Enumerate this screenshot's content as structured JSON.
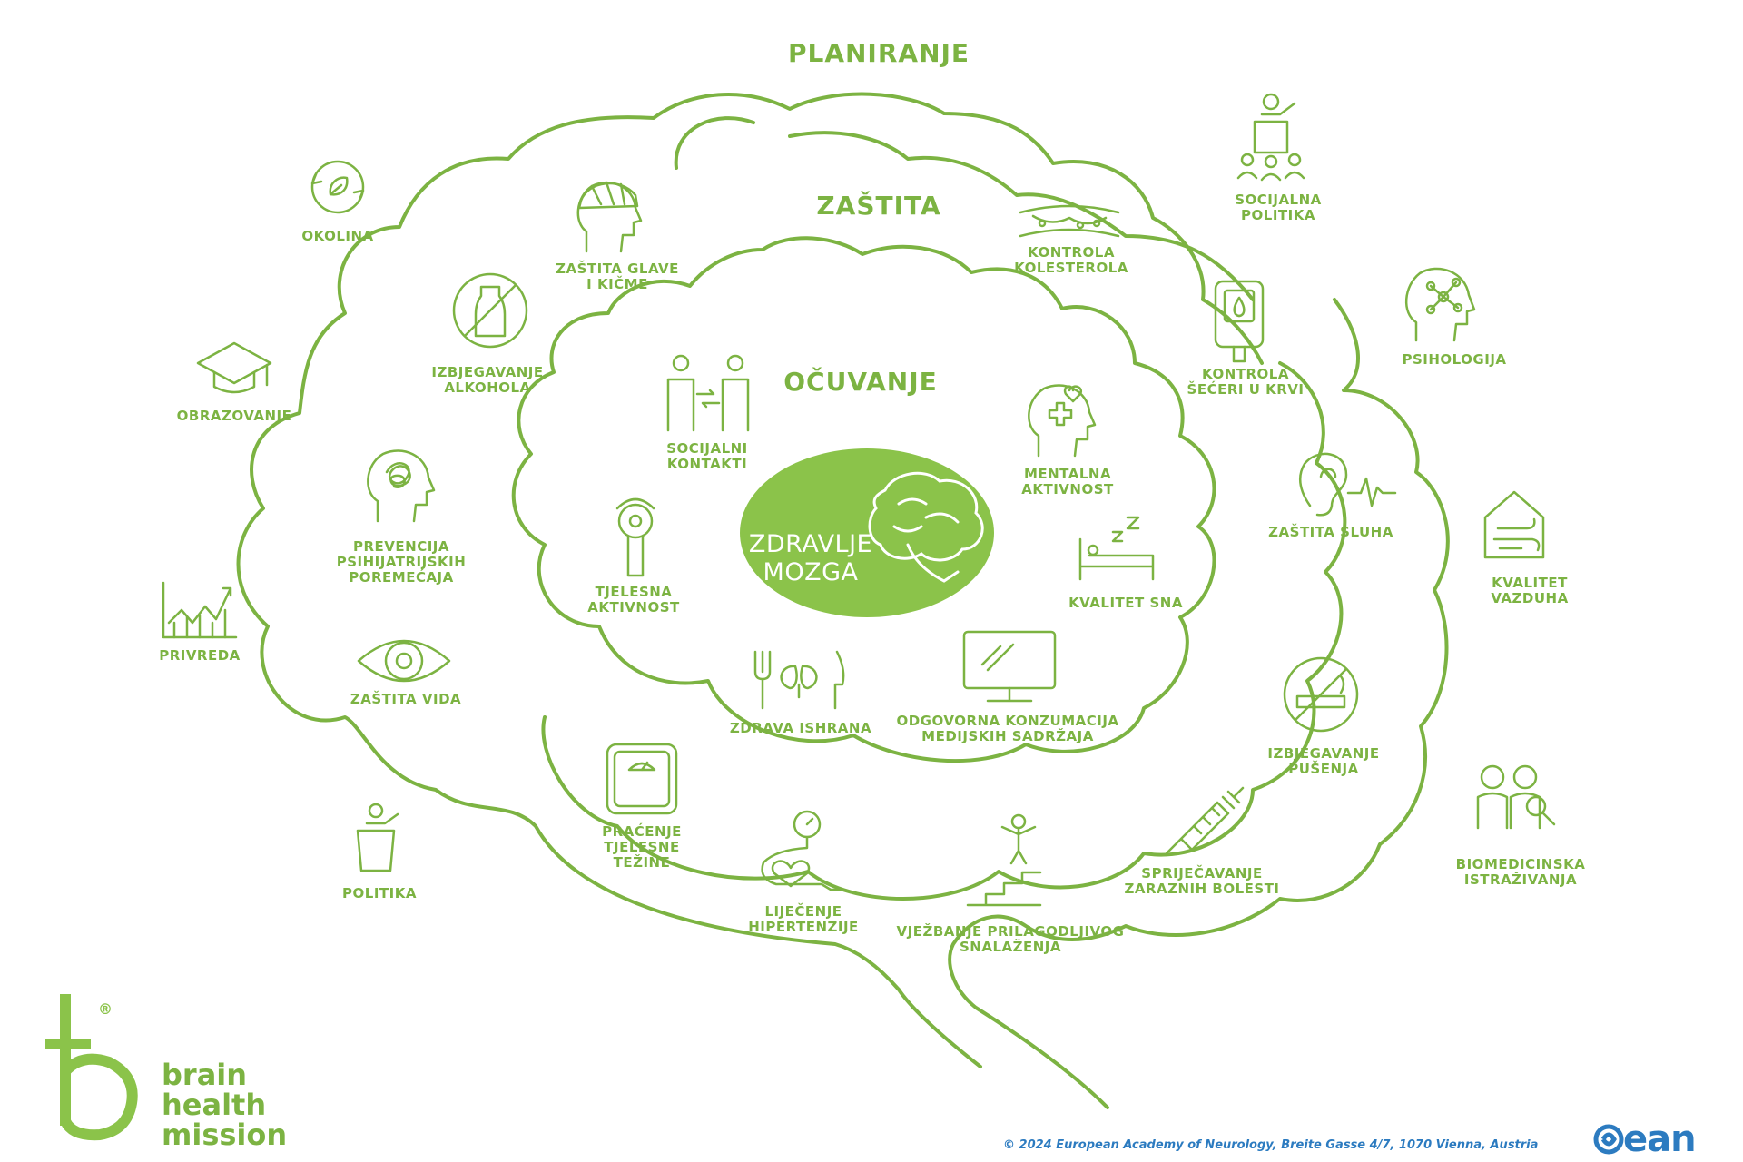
{
  "zones": {
    "outer": "PLANIRANJE",
    "middle": "ZAŠTITA",
    "inner": "OČUVANJE"
  },
  "center": {
    "label": "ZDRAVLJE\nMOZGA"
  },
  "planiranje": [
    {
      "id": "okolina",
      "label": "OKOLINA",
      "icon": "recycle-leaf-icon"
    },
    {
      "id": "obrazovanje",
      "label": "OBRAZOVANJE",
      "icon": "graduation-cap-icon"
    },
    {
      "id": "privreda",
      "label": "PRIVREDA",
      "icon": "economy-graph-icon"
    },
    {
      "id": "politika",
      "label": "POLITIKA",
      "icon": "speaker-podium-icon"
    },
    {
      "id": "socijalna-politika",
      "label": "SOCIJALNA\nPOLITIKA",
      "icon": "audience-speaker-icon"
    },
    {
      "id": "psihologija",
      "label": "PSIHOLOGIJA",
      "icon": "head-network-icon"
    },
    {
      "id": "kvalitet-vazduha",
      "label": "KVALITET\nVAZDUHA",
      "icon": "house-wind-icon"
    },
    {
      "id": "biomedicinska",
      "label": "BIOMEDICINSKA\nISTRAŽIVANJA",
      "icon": "researchers-magnifier-icon"
    }
  ],
  "zastita": [
    {
      "id": "zastita-glave",
      "label": "ZAŠTITA GLAVE\nI KIČME",
      "icon": "helmet-head-icon"
    },
    {
      "id": "alkohol",
      "label": "IZBJEGAVANJE\nALKOHOLA",
      "icon": "no-alcohol-icon"
    },
    {
      "id": "psihijatrijski",
      "label": "PREVENCIJA\nPSIHIJATRIJSKIH\nPOREMEĆAJA",
      "icon": "tangled-head-icon"
    },
    {
      "id": "zastita-vida",
      "label": "ZAŠTITA VIDA",
      "icon": "eye-icon"
    },
    {
      "id": "tezina",
      "label": "PRAĆENJE\nTJELESNE\nTEŽINE",
      "icon": "scale-icon"
    },
    {
      "id": "hipertenzija",
      "label": "LIJEČENJE\nHIPERTENZIJE",
      "icon": "blood-pressure-heart-icon"
    },
    {
      "id": "snalazenje",
      "label": "VJEŽBANJE PRILAGODLJIVOG\nSNALAŽENJA",
      "icon": "person-stairs-icon"
    },
    {
      "id": "zarazne",
      "label": "SPRIJEČAVANJE\nZARAZNIH BOLESTI",
      "icon": "syringe-icon"
    },
    {
      "id": "pusenje",
      "label": "IZBJEGAVANJE\nPUŠENJA",
      "icon": "no-smoking-icon"
    },
    {
      "id": "sluh",
      "label": "ZAŠTITA SLUHA",
      "icon": "ear-wave-icon"
    },
    {
      "id": "seceri",
      "label": "KONTROLA\nŠEĆERI U KRVI",
      "icon": "glucose-meter-icon"
    },
    {
      "id": "kolesterol",
      "label": "KONTROLA\nKOLESTEROLA",
      "icon": "artery-plaque-icon"
    }
  ],
  "ocuvanje": [
    {
      "id": "socijalni",
      "label": "SOCIJALNI\nKONTAKTI",
      "icon": "two-people-arrows-icon"
    },
    {
      "id": "tjelesna",
      "label": "TJELESNA\nAKTIVNOST",
      "icon": "exercise-figure-icon"
    },
    {
      "id": "ishrana",
      "label": "ZDRAVA ISHRANA",
      "icon": "fork-leaf-knife-icon"
    },
    {
      "id": "mediji",
      "label": "ODGOVORNA KONZUMACIJA\nMEDIJSKIH SADRŽAJA",
      "icon": "monitor-icon"
    },
    {
      "id": "san",
      "label": "KVALITET SNA",
      "icon": "bed-sleep-icon"
    },
    {
      "id": "mentalna",
      "label": "MENTALNA\nAKTIVNOST",
      "icon": "head-heart-cross-icon"
    }
  ],
  "brand": {
    "text": "brain\nhealth\nmission",
    "mark": "®"
  },
  "footer": {
    "copyright": "© 2024 European Academy of Neurology, Breite Gasse 4/7, 1070 Vienna, Austria",
    "ean": "ean"
  },
  "colors": {
    "green": "#7cb342",
    "light_green": "#8bc34a",
    "blue": "#2c7bc0"
  }
}
